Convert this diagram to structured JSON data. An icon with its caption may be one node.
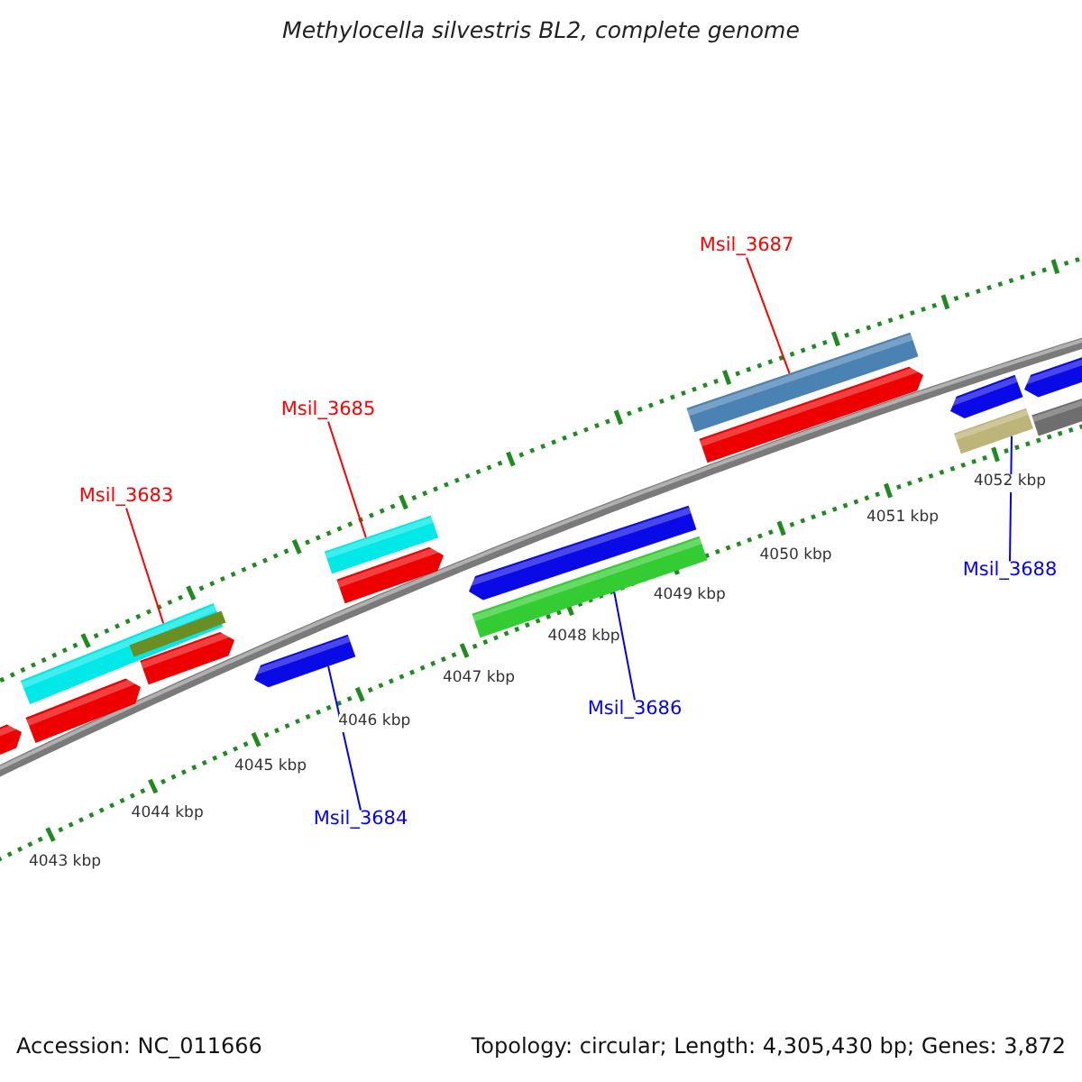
{
  "diagram": {
    "title": "Methylocella silvestris BL2, complete genome",
    "nodes": [
      {
        "text": [
          "Msil_3687"
        ]
      },
      {
        "text": [
          "Msil_3685"
        ]
      },
      {
        "text": [
          "Msil_3683"
        ]
      },
      {
        "text": [
          "Msil_3688"
        ]
      },
      {
        "text": [
          "Msil_3686"
        ]
      },
      {
        "text": [
          "Msil_3684"
        ]
      },
      {
        "text": [],
        "shape": "bar"
      },
      {
        "text": [],
        "shape": "bar"
      },
      {
        "text": [],
        "shape": "bar"
      },
      {
        "text": [],
        "shape": "bar"
      },
      {
        "text": [],
        "shape": "bar"
      },
      {
        "text": [],
        "shape": "bar"
      }
    ],
    "edges": [
      {
        "from": 0,
        "to": 6,
        "arrow": "none",
        "color": "#ff0000"
      },
      {
        "from": 1,
        "to": 7,
        "arrow": "none",
        "color": "#ff0000"
      },
      {
        "from": 2,
        "to": 8,
        "arrow": "none",
        "color": "#ff0000"
      },
      {
        "from": 3,
        "to": 9,
        "arrow": "none",
        "color": "#0000ff"
      },
      {
        "from": 4,
        "to": 10,
        "arrow": "none",
        "color": "#0000ff"
      },
      {
        "from": 5,
        "to": 11,
        "arrow": "none",
        "color": "#0000ff"
      }
    ],
    "labels": [
      "4052 kbp",
      "4051 kbp",
      "4050 kbp",
      "4049 kbp",
      "4048 kbp",
      "4047 kbp",
      "4046 kbp",
      "4045 kbp",
      "4044 kbp",
      "4043 kbp",
      "Accession: NC_011666",
      "Topology: circular; Length: 4,305,430 bp; Genes: 3,872"
    ]
  }
}
